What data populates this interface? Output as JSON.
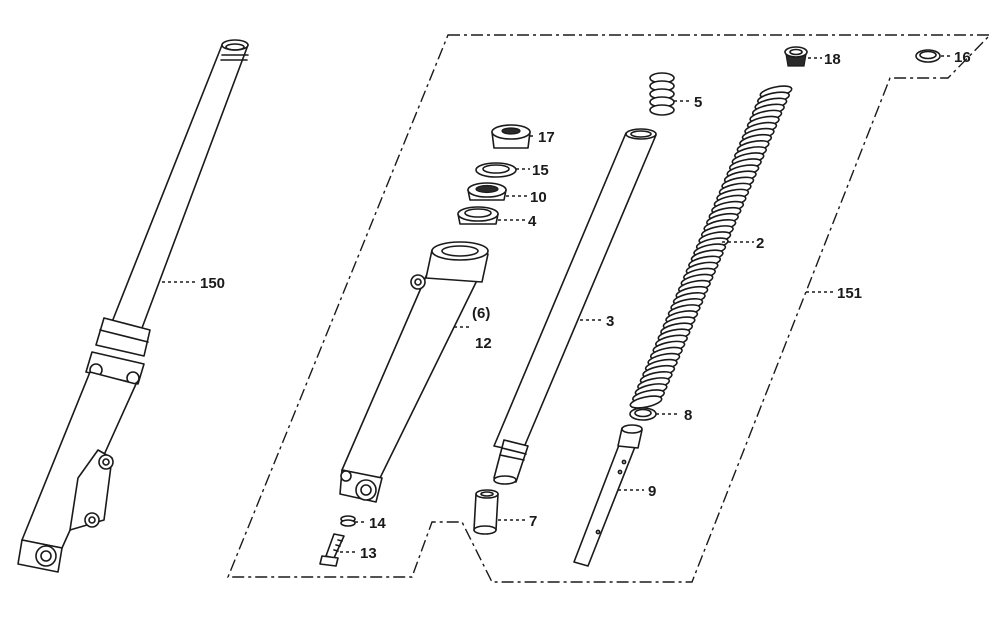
{
  "diagram": {
    "parts": [
      {
        "key": "p150",
        "label": "150"
      },
      {
        "key": "p151",
        "label": "151"
      },
      {
        "key": "p18",
        "label": "18"
      },
      {
        "key": "p16",
        "label": "16"
      },
      {
        "key": "p5",
        "label": "5"
      },
      {
        "key": "p17",
        "label": "17"
      },
      {
        "key": "p15",
        "label": "15"
      },
      {
        "key": "p10",
        "label": "10"
      },
      {
        "key": "p4",
        "label": "4"
      },
      {
        "key": "p2",
        "label": "2"
      },
      {
        "key": "p6",
        "label": "(6)"
      },
      {
        "key": "p12",
        "label": "12"
      },
      {
        "key": "p3",
        "label": "3"
      },
      {
        "key": "p8",
        "label": "8"
      },
      {
        "key": "p9",
        "label": "9"
      },
      {
        "key": "p7",
        "label": "7"
      },
      {
        "key": "p14",
        "label": "14"
      },
      {
        "key": "p13",
        "label": "13"
      }
    ]
  }
}
